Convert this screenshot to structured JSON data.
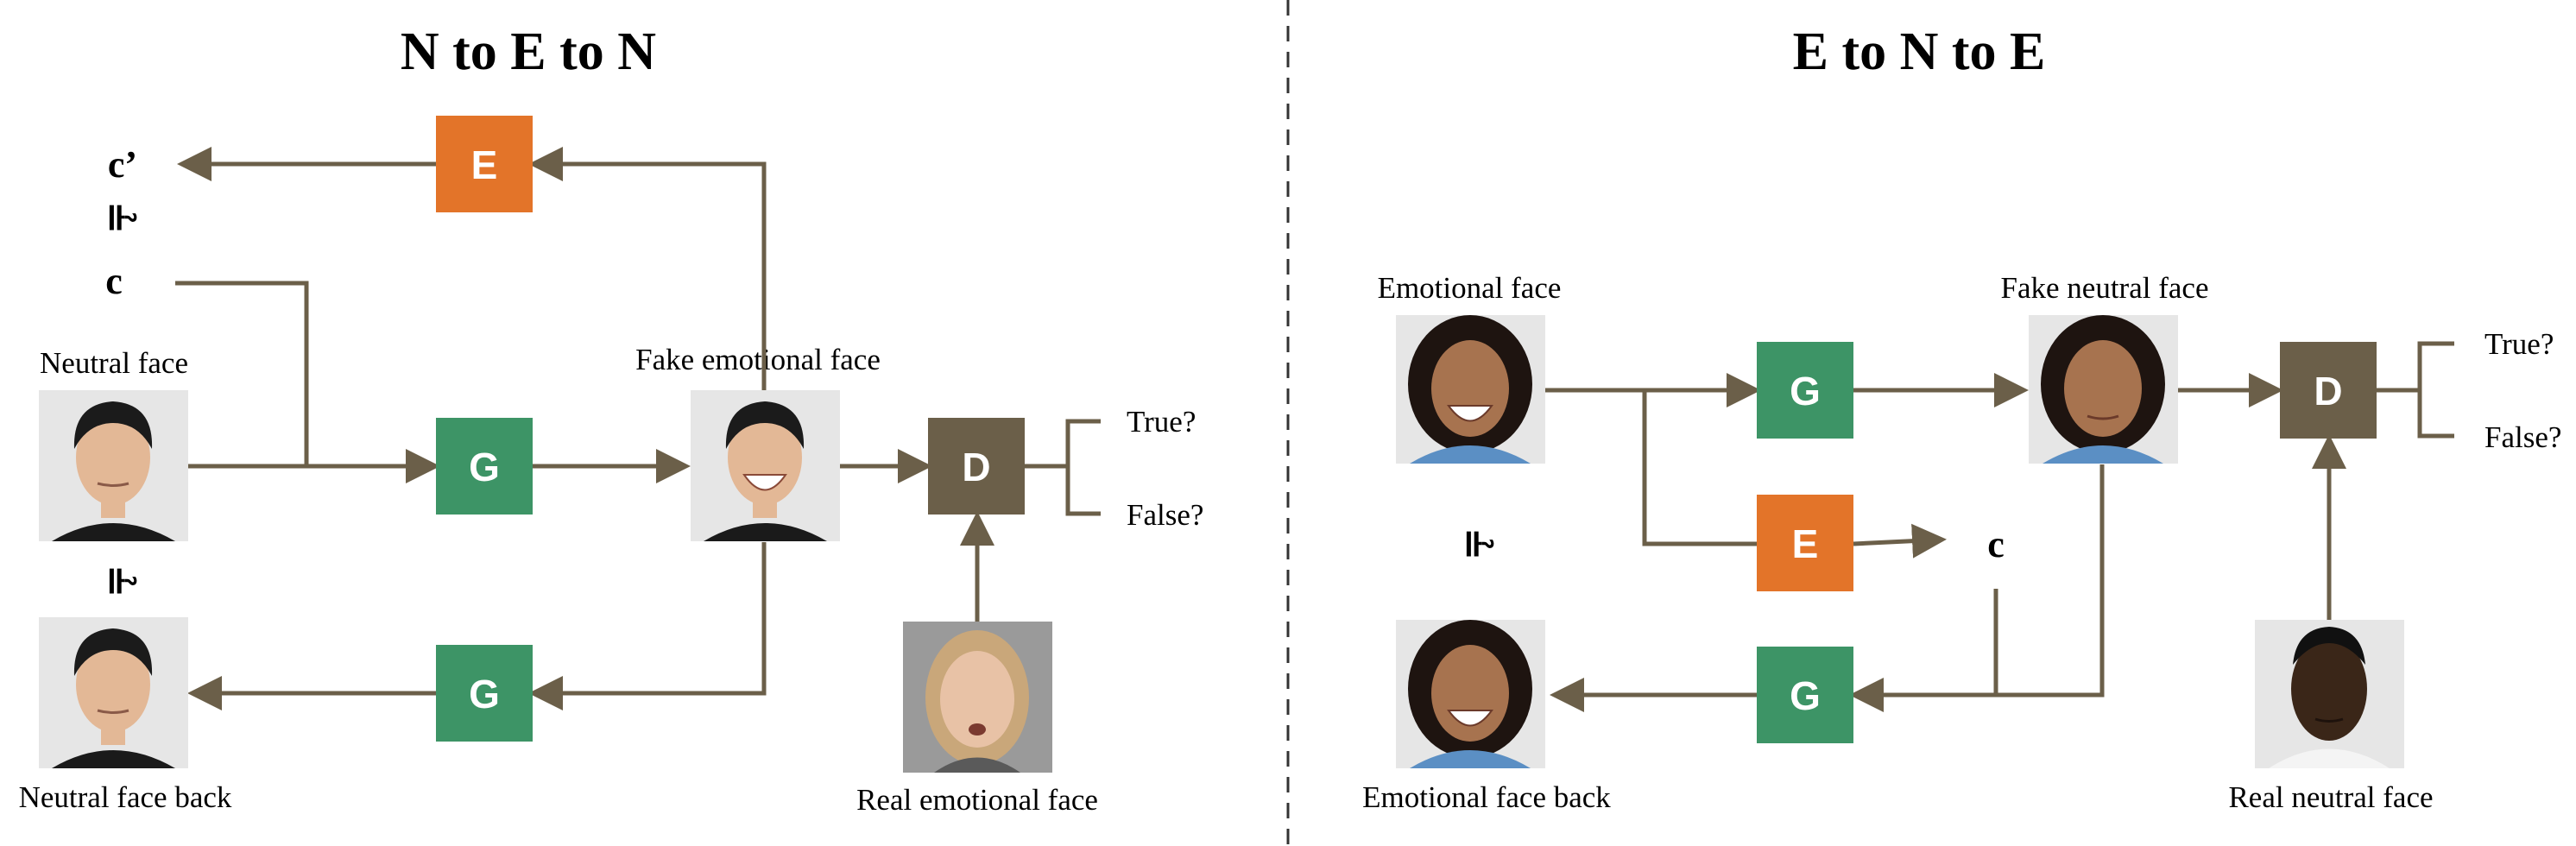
{
  "left_panel": {
    "title": "N to E to N",
    "labels": {
      "neutral_face": "Neutral face",
      "fake_emotional_face": "Fake emotional face",
      "neutral_face_back": "Neutral face back",
      "real_emotional_face": "Real emotional face",
      "true": "True?",
      "false": "False?"
    },
    "symbols": {
      "c_prime": "c’",
      "c": "c",
      "approx_eq": "≟"
    },
    "boxes": {
      "encoder": "E",
      "generator": "G",
      "discriminator": "D"
    }
  },
  "right_panel": {
    "title": "E to N to E",
    "labels": {
      "emotional_face": "Emotional face",
      "fake_neutral_face": "Fake neutral face",
      "emotional_face_back": "Emotional face back",
      "real_neutral_face": "Real neutral face",
      "true": "True?",
      "false": "False?"
    },
    "symbols": {
      "c": "c",
      "approx_eq": "≟"
    },
    "boxes": {
      "encoder": "E",
      "generator": "G",
      "discriminator": "D"
    }
  },
  "colors": {
    "encoder": "#e37429",
    "generator": "#3d9466",
    "discriminator": "#6b5f49",
    "arrow": "#6b5f49",
    "skin_asian": "#e3b896",
    "skin_blonde": "#e8c2a6",
    "skin_curly": "#a7734f",
    "skin_dark": "#3a2618"
  }
}
